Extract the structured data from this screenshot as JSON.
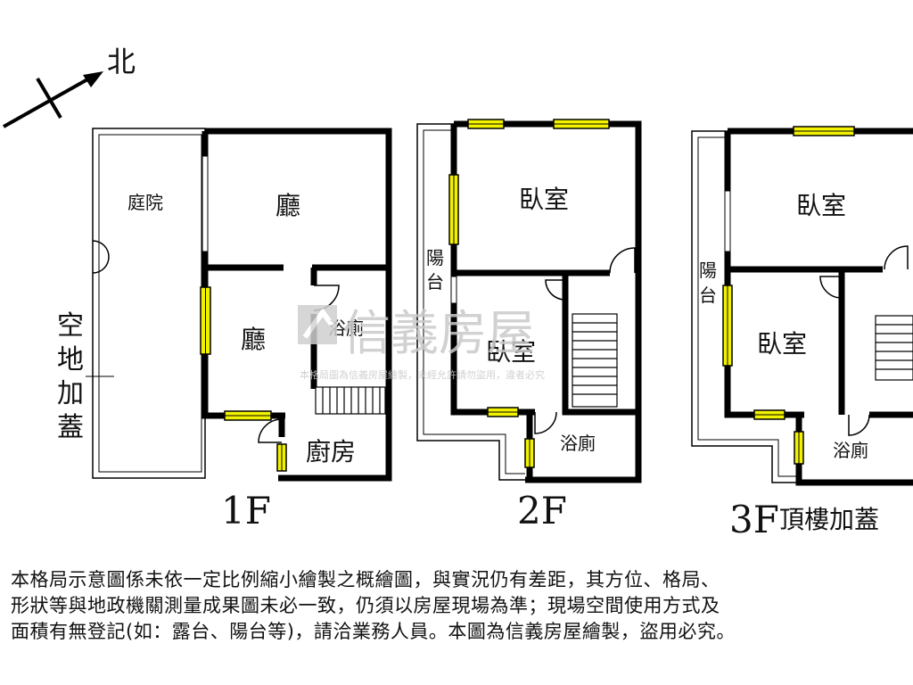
{
  "compass": {
    "label": "北"
  },
  "floor1": {
    "title": "1F",
    "rooms": {
      "courtyard": "庭院",
      "hall_upper": "廳",
      "hall_lower": "廳",
      "bathroom": "浴廁",
      "kitchen": "廚房"
    },
    "side_note": [
      "空",
      "地",
      "加",
      "蓋"
    ]
  },
  "floor2": {
    "title": "2F",
    "rooms": {
      "bedroom_front": "臥室",
      "bedroom_back": "臥室",
      "bathroom": "浴廁",
      "balcony": [
        "陽",
        "台"
      ]
    }
  },
  "floor3": {
    "title": "3F",
    "subtitle": "頂樓加蓋",
    "rooms": {
      "bedroom_front": "臥室",
      "bedroom_back": "臥室",
      "bathroom": "浴廁",
      "balcony": [
        "陽",
        "台"
      ]
    }
  },
  "watermark": {
    "brand": "信義房屋",
    "note": "本格局圖為信義房屋繪製，未經允許請勿盜用，違者必究"
  },
  "disclaimer": [
    "本格局示意圖係未依一定比例縮小繪製之概繪圖，與實況仍有差距，其方位、格局、",
    "形狀等與地政機關測量成果圖未必一致，仍須以房屋現場為準；現場空間使用方式及",
    "面積有無登記(如：露台、陽台等)，請洽業務人員。本圖為信義房屋繪製，盜用必究。"
  ],
  "colors": {
    "wall": "#000000",
    "window": "#f2f200",
    "watermark": "#c9c9c9"
  }
}
